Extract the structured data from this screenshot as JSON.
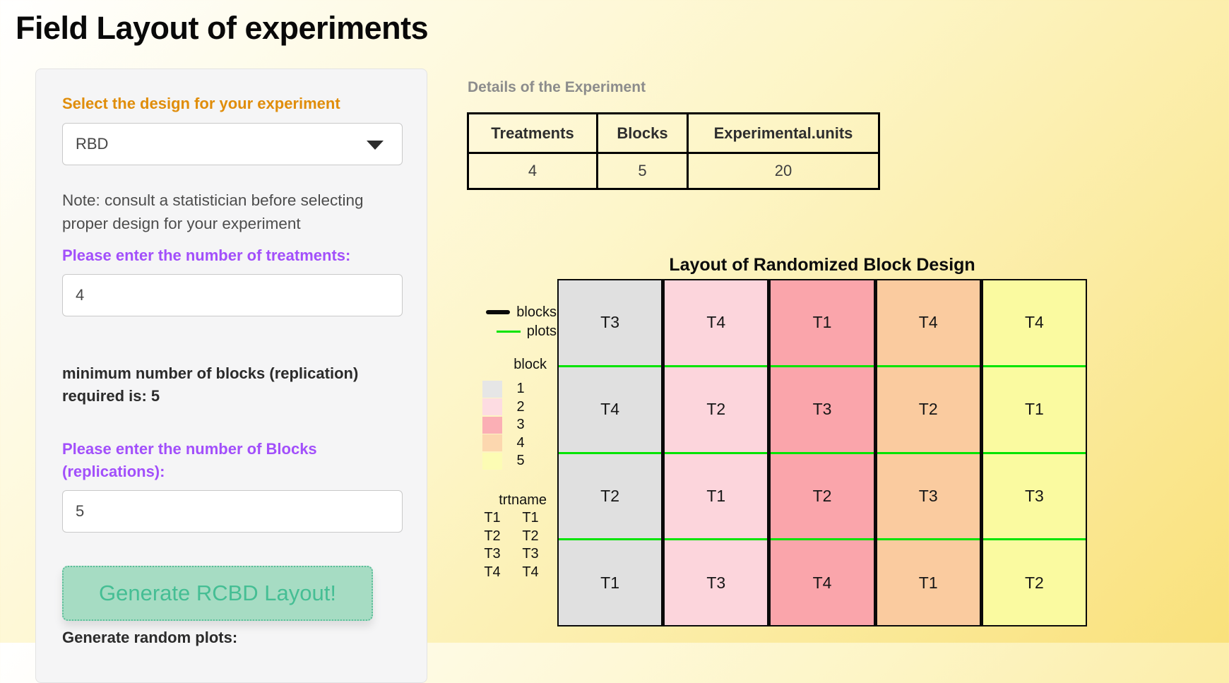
{
  "page": {
    "title": "Field Layout of experiments"
  },
  "sidebar": {
    "design_label": "Select the design for your experiment",
    "design_value": "RBD",
    "note": "Note: consult a statistician before selecting proper design for your experiment",
    "treatments_label": "Please enter the number of treatments:",
    "treatments_value": "4",
    "min_blocks_line1": "minimum number of blocks (replication)",
    "min_blocks_line2": "required is: 5",
    "blocks_label": "Please enter the number of Blocks (replications):",
    "blocks_value": "5",
    "generate_button_label": "Generate RCBD Layout!",
    "random_plots_label": "Generate random plots:"
  },
  "details": {
    "heading": "Details of the Experiment",
    "table": {
      "headers": [
        "Treatments",
        "Blocks",
        "Experimental.units"
      ],
      "values": [
        "4",
        "5",
        "20"
      ]
    }
  },
  "chart_data": {
    "type": "heatmap",
    "title": "Layout of Randomized Block Design",
    "legend": {
      "blocks_label": "blocks",
      "plots_label": "plots",
      "block_group_label": "block",
      "block_items": [
        {
          "id": "1",
          "color": "#e6e6e6"
        },
        {
          "id": "2",
          "color": "#fddce2"
        },
        {
          "id": "3",
          "color": "#fbafb5"
        },
        {
          "id": "4",
          "color": "#fcd7af"
        },
        {
          "id": "5",
          "color": "#fcfcb4"
        }
      ],
      "trtname_label": "trtname",
      "treatments": [
        {
          "code": "T1",
          "name": "T1"
        },
        {
          "code": "T2",
          "name": "T2"
        },
        {
          "code": "T3",
          "name": "T3"
        },
        {
          "code": "T4",
          "name": "T4"
        }
      ]
    },
    "grid": {
      "block_colors": [
        "#e0e0e0",
        "#fcd5dc",
        "#faa5ab",
        "#facb9f",
        "#fafaa0"
      ],
      "columns_by_block": [
        [
          "T3",
          "T4",
          "T2",
          "T1"
        ],
        [
          "T4",
          "T2",
          "T1",
          "T3"
        ],
        [
          "T1",
          "T3",
          "T2",
          "T4"
        ],
        [
          "T4",
          "T2",
          "T3",
          "T1"
        ],
        [
          "T4",
          "T1",
          "T3",
          "T2"
        ]
      ],
      "rows_top_to_bottom": [
        [
          "T3",
          "T4",
          "T1",
          "T4",
          "T4"
        ],
        [
          "T4",
          "T2",
          "T3",
          "T2",
          "T1"
        ],
        [
          "T2",
          "T1",
          "T2",
          "T3",
          "T3"
        ],
        [
          "T1",
          "T3",
          "T4",
          "T1",
          "T2"
        ]
      ],
      "block_line_color": "#000000",
      "plot_line_color": "#00e400"
    }
  }
}
